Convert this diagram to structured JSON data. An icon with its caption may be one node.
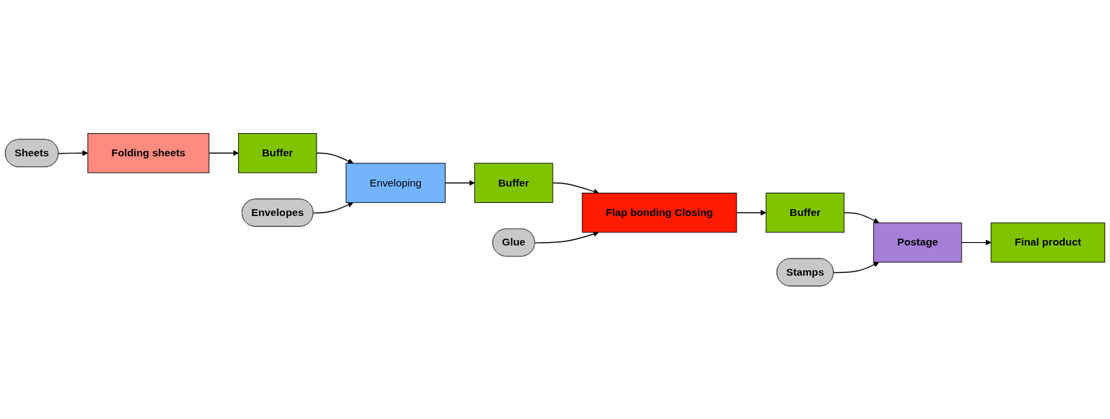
{
  "diagram": {
    "nodes": [
      {
        "text": [
          "Sheets"
        ]
      },
      {
        "text": [
          "Folding sheets"
        ]
      },
      {
        "text": [
          "Buffer"
        ]
      },
      {
        "text": [
          "Envelopes"
        ]
      },
      {
        "text": [
          "Enveloping"
        ]
      },
      {
        "text": [
          "Buffer"
        ]
      },
      {
        "text": [
          "Glue"
        ]
      },
      {
        "text": [
          "Flap bonding Closing"
        ]
      },
      {
        "text": [
          "Buffer"
        ]
      },
      {
        "text": [
          "Stamps"
        ]
      },
      {
        "text": [
          "Postage"
        ]
      },
      {
        "text": [
          "Final product"
        ]
      }
    ],
    "edges": [
      {
        "from": 0,
        "to": 1,
        "arrow": "to"
      },
      {
        "from": 1,
        "to": 2,
        "arrow": "to"
      },
      {
        "from": 2,
        "to": 4,
        "arrow": "to"
      },
      {
        "from": 3,
        "to": 4,
        "arrow": "to"
      },
      {
        "from": 4,
        "to": 5,
        "arrow": "to"
      },
      {
        "from": 5,
        "to": 7,
        "arrow": "to"
      },
      {
        "from": 6,
        "to": 7,
        "arrow": "to"
      },
      {
        "from": 7,
        "to": 8,
        "arrow": "to"
      },
      {
        "from": 8,
        "to": 10,
        "arrow": "to"
      },
      {
        "from": 9,
        "to": 10,
        "arrow": "to"
      },
      {
        "from": 10,
        "to": 11,
        "arrow": "to"
      }
    ]
  }
}
